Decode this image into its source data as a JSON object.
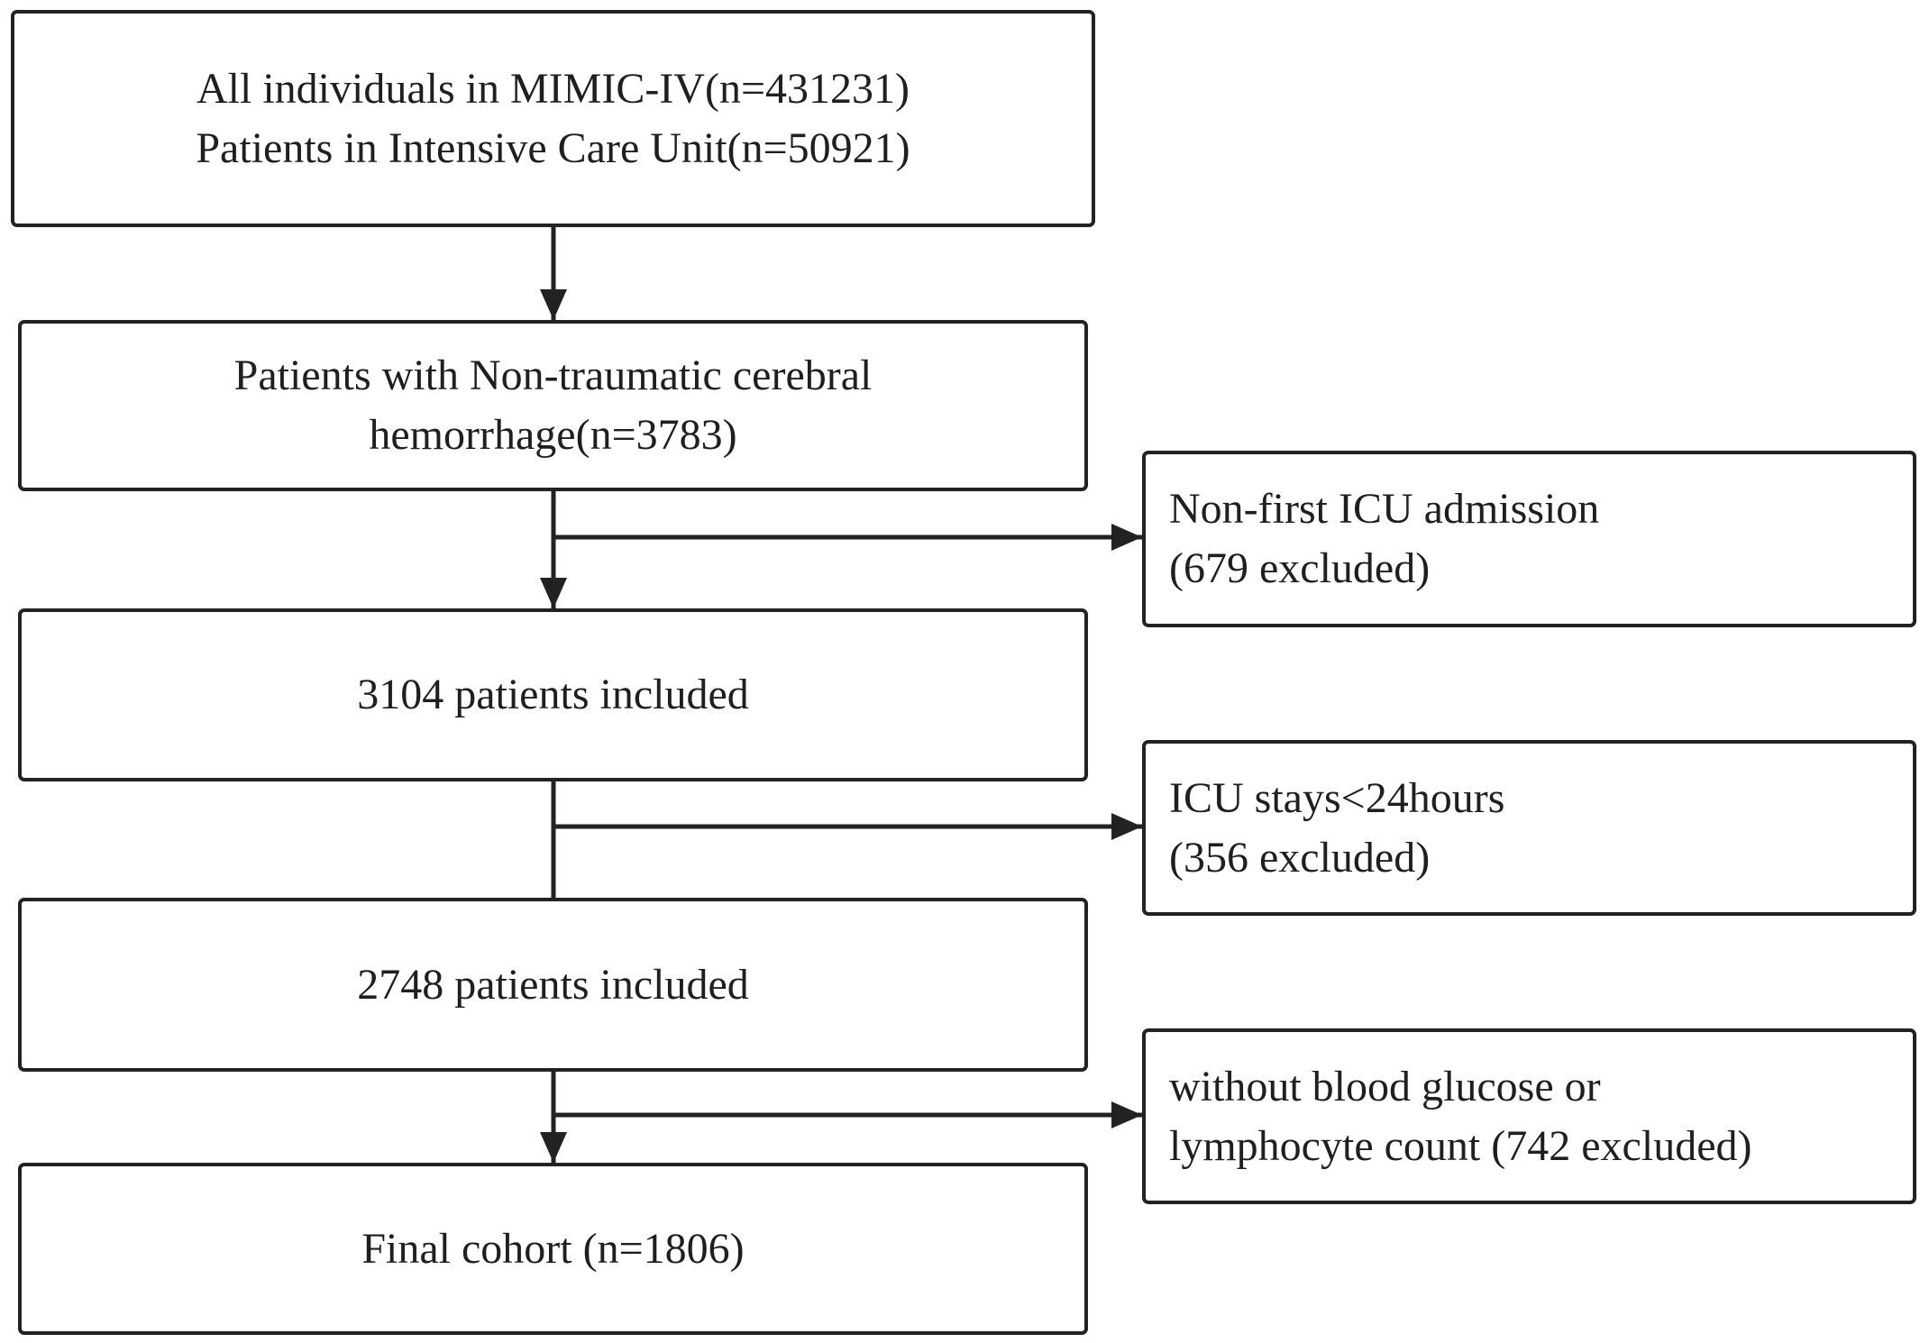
{
  "main_steps": [
    {
      "lines": [
        "All individuals in MIMIC-IV(n=431231)",
        "Patients in Intensive Care Unit(n=50921)"
      ]
    },
    {
      "lines": [
        "Patients with Non-traumatic cerebral",
        "hemorrhage(n=3783)"
      ]
    },
    {
      "lines": [
        "3104 patients included"
      ]
    },
    {
      "lines": [
        "2748 patients included"
      ]
    },
    {
      "lines": [
        "Final cohort (n=1806)"
      ]
    }
  ],
  "exclusions": [
    {
      "lines": [
        "Non-first ICU admission",
        "(679 excluded)"
      ]
    },
    {
      "lines": [
        "ICU stays<24hours",
        "(356 excluded)"
      ]
    },
    {
      "lines": [
        "without blood glucose or",
        "lymphocyte count (742 excluded)"
      ]
    }
  ],
  "colors": {
    "stroke": "#222222",
    "text": "#1f1f1f",
    "background": "#ffffff"
  }
}
